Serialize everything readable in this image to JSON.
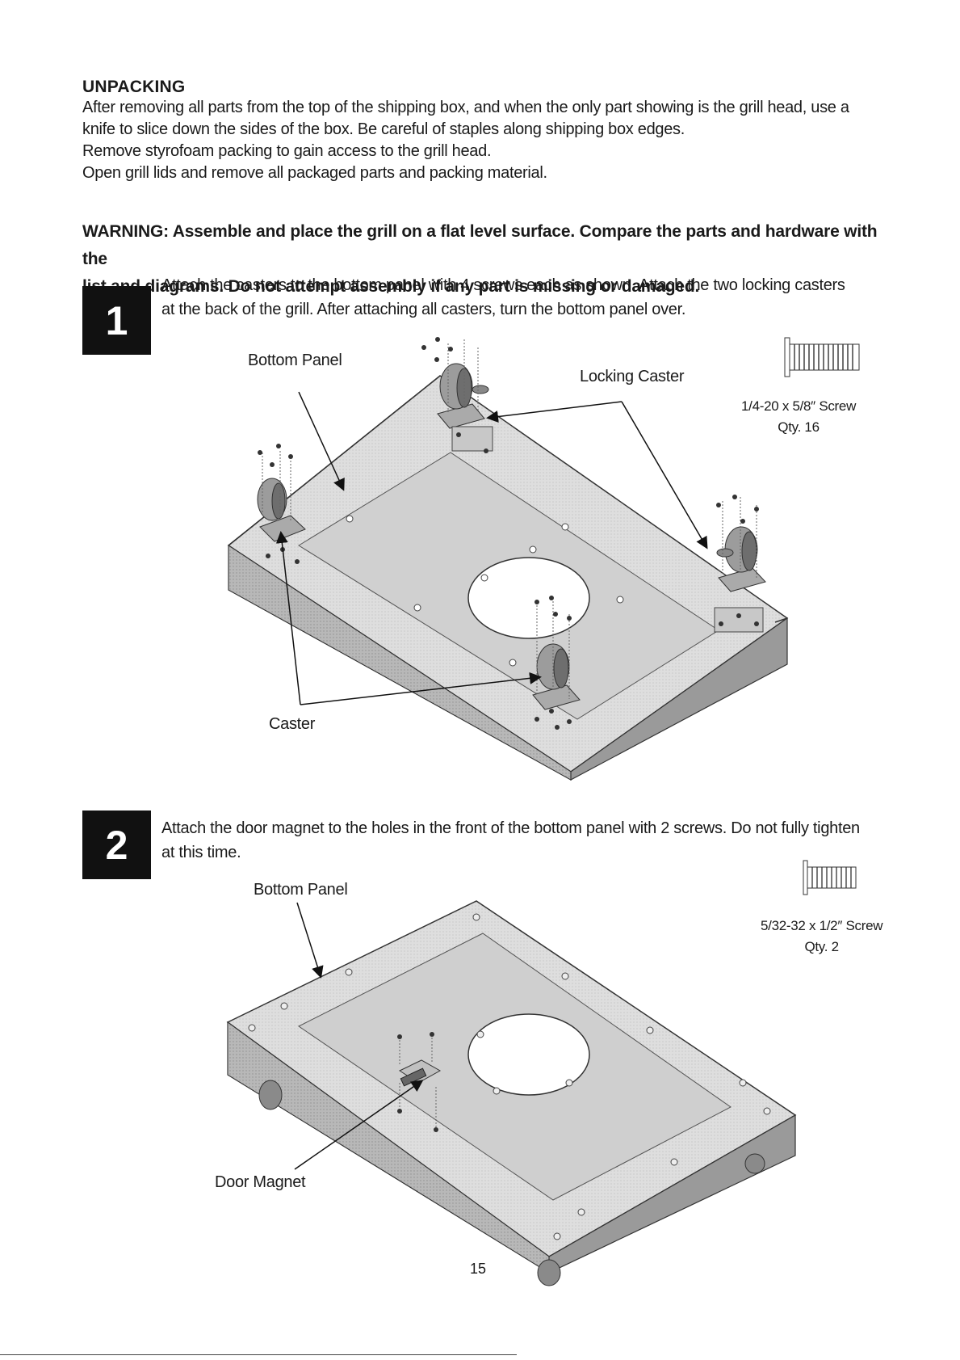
{
  "unpacking": {
    "heading": "UNPACKING",
    "paragraphs": [
      "After removing all parts from the top of the shipping box, and when the only part showing is the grill head, use a",
      "knife to slice down the sides of the box. Be careful of staples along shipping box edges.",
      "Remove styrofoam packing to gain access to the grill head.",
      "Open grill lids and remove all packaged parts and packing material."
    ]
  },
  "warning": {
    "line1": "WARNING: Assemble and place the grill on a flat level surface. Compare the parts and hardware with the",
    "line2": "list and diagrams. Do not attempt assembly if any part is missing or damaged."
  },
  "step1": {
    "number": "1",
    "text_line1": "Attach the casters to the bottom panel with 4 screws each as shown. Attach the two locking casters",
    "text_line2": "at the back of the grill. After attaching all casters, turn the bottom panel over.",
    "labels": {
      "bottom_panel": "Bottom Panel",
      "locking_caster": "Locking Caster",
      "caster": "Caster"
    },
    "hardware": {
      "spec": "1/4-20 x 5/8″ Screw",
      "qty": "Qty. 16",
      "icon": "screw-icon"
    }
  },
  "step2": {
    "number": "2",
    "text_line1": "Attach the door magnet to the holes in the front of the bottom panel with 2 screws. Do not fully tighten",
    "text_line2": "at this time.",
    "labels": {
      "bottom_panel": "Bottom Panel",
      "door_magnet": "Door Magnet"
    },
    "hardware": {
      "spec": "5/32-32 x 1/2″ Screw",
      "qty": "Qty. 2",
      "icon": "screw-icon"
    }
  },
  "page_number": "15",
  "colors": {
    "panel_top": "#d6d6d6",
    "panel_side": "#a9a9a9",
    "panel_dark": "#8a8a8a",
    "ink": "#111111"
  }
}
